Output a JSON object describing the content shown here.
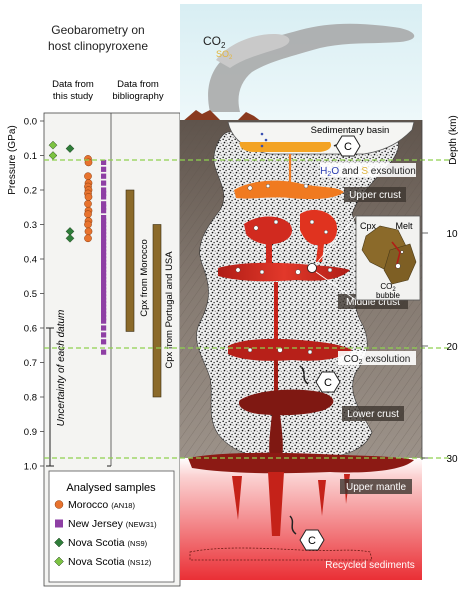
{
  "left_panel": {
    "title_line1": "Geobarometry on",
    "title_line2": "host clinopyroxene",
    "col1_line1": "Data from",
    "col1_line2": "this study",
    "col2_line1": "Data from",
    "col2_line2": "bibliography",
    "pressure_axis_label": "Pressure (GPa)",
    "pressure_ticks": [
      "0.0",
      "0.1",
      "0.2",
      "0.3",
      "0.4",
      "0.5",
      "0.6",
      "0.7",
      "0.8",
      "0.9",
      "1.0"
    ],
    "uncertainty_label": "Uncertainty of each datum",
    "bar_morocco_label": "Cpx from Morocco",
    "bar_portugal_label": "Cpx from Portugal and USA",
    "legend": {
      "title": "Analysed samples",
      "items": [
        {
          "name": "Morocco",
          "code": "(AN18)",
          "color": "#e8732e",
          "shape": "circle"
        },
        {
          "name": "New Jersey",
          "code": "(NEW31)",
          "color": "#8e3fa4",
          "shape": "square"
        },
        {
          "name": "Nova Scotia",
          "code": "(NS9)",
          "color": "#2f7d3a",
          "shape": "diamond"
        },
        {
          "name": "Nova Scotia",
          "code": "(NS12)",
          "color": "#7cc242",
          "shape": "diamond"
        }
      ]
    }
  },
  "data_points": {
    "ns12_pressures_gpa": [
      0.07,
      0.1
    ],
    "ns9_pressures_gpa": [
      0.08,
      0.32,
      0.34
    ],
    "morocco_pressures_gpa": [
      0.11,
      0.12,
      0.16,
      0.18,
      0.19,
      0.2,
      0.21,
      0.22,
      0.24,
      0.26,
      0.27,
      0.29,
      0.3,
      0.32,
      0.34
    ],
    "new_jersey_pressures_gpa": [
      0.12,
      0.14,
      0.16,
      0.18,
      0.2,
      0.21,
      0.22,
      0.24,
      0.25,
      0.26,
      0.28,
      0.29,
      0.3,
      0.31,
      0.32,
      0.33,
      0.34,
      0.35,
      0.36,
      0.37,
      0.38,
      0.39,
      0.4,
      0.41,
      0.42,
      0.43,
      0.44,
      0.45,
      0.46,
      0.47,
      0.48,
      0.49,
      0.5,
      0.51,
      0.52,
      0.53,
      0.54,
      0.55,
      0.56,
      0.57,
      0.58,
      0.6,
      0.62,
      0.64,
      0.67
    ],
    "bibliography_ranges_gpa": [
      {
        "label_key": "bar_morocco_label",
        "min": 0.2,
        "max": 0.61
      },
      {
        "label_key": "bar_portugal_label",
        "min": 0.3,
        "max": 0.8
      }
    ],
    "uncertainty_range_gpa": [
      0.6,
      1.0
    ]
  },
  "cross_section": {
    "depth_axis_label": "Depth (km)",
    "depth_ticks": [
      "10",
      "20",
      "30"
    ],
    "co2_label": "CO",
    "co2_sub": "2",
    "so2_label": "SO",
    "so2_sub": "2",
    "layers": {
      "sedimentary_basin": "Sedimentary basin",
      "upper_crust": "Upper crust",
      "middle_crust": "Middle crust",
      "lower_crust": "Lower crust",
      "upper_mantle": "Upper mantle",
      "recycled_sediments": "Recycled sediments"
    },
    "exsolution_h2o_a": "H",
    "exsolution_h2o_sub": "2",
    "exsolution_h2o_b": "O",
    "exsolution_and": " and ",
    "exsolution_s": "S",
    "exsolution_word": " exsolution",
    "co2_exsolution_a": "CO",
    "co2_exsolution_sub": "2",
    "co2_exsolution_b": " exsolution",
    "carbon_symbol": "C",
    "inset": {
      "cpx": "Cpx",
      "melt": "Melt",
      "bubble_a": "CO",
      "bubble_sub": "2",
      "bubble_b": "bubble"
    },
    "colors": {
      "sky": "#dff2f6",
      "crust_dark": "#6e6259",
      "crust_mid": "#9a8e84",
      "magma_red": "#d12a1f",
      "magma_dark": "#8c1a14",
      "magma_orange": "#f07a20",
      "mantle_red": "#ea2f35",
      "dashed_line": "#8fd14f",
      "cpx_brown": "#8b6a2a"
    }
  }
}
